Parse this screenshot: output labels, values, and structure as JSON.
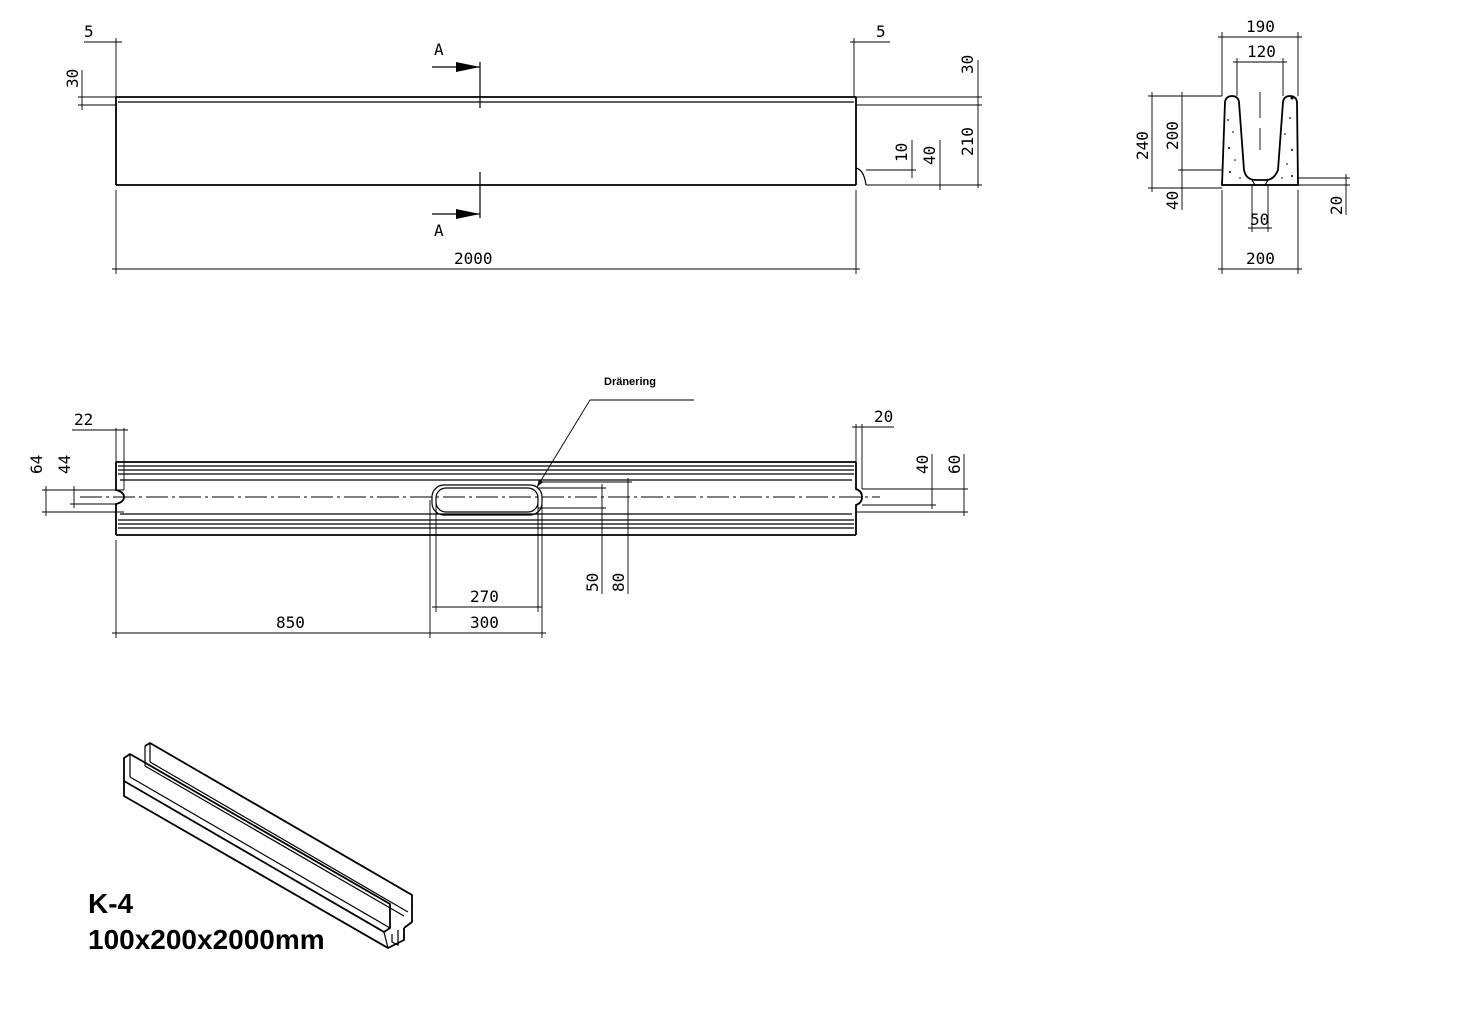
{
  "drawing": {
    "title_code": "K-4",
    "title_size": "100x200x2000mm",
    "section_label": "A",
    "callout": "Dränering"
  },
  "side_view": {
    "dims": {
      "left_5": "5",
      "right_5": "5",
      "left_30": "30",
      "right_30": "30",
      "right_10": "10",
      "right_40": "40",
      "right_210": "210",
      "length_2000": "2000"
    }
  },
  "section_view": {
    "dims": {
      "top_190": "190",
      "inner_120": "120",
      "height_240": "240",
      "height_200": "200",
      "base_40": "40",
      "slot_50": "50",
      "right_20": "20",
      "bottom_200": "200"
    }
  },
  "plan_view": {
    "dims": {
      "left_22": "22",
      "right_20": "20",
      "left_64": "64",
      "left_44": "44",
      "right_40": "40",
      "right_60": "60",
      "slot_50": "50",
      "slot_80": "80",
      "slot_270": "270",
      "slot_300": "300",
      "offset_850": "850"
    }
  }
}
